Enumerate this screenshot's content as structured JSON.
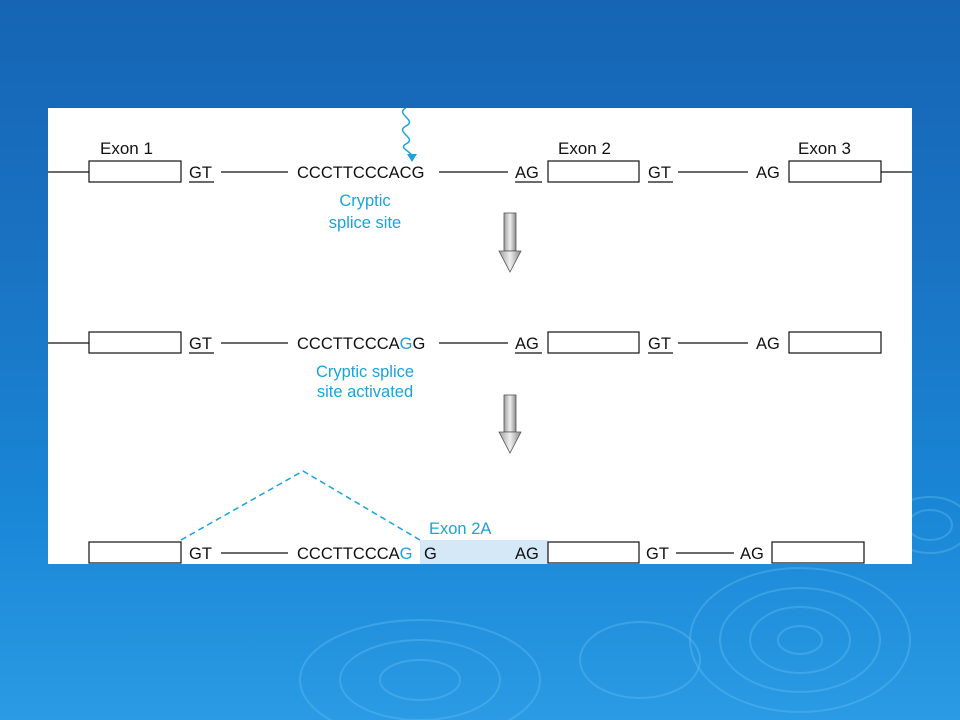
{
  "exon_labels": {
    "exon1": "Exon 1",
    "exon2": "Exon 2",
    "exon3": "Exon 3",
    "exon2a": "Exon 2A"
  },
  "row1": {
    "gt1": "GT",
    "seq": "CCCTTCCCACG",
    "ag2": "AG",
    "gt2": "GT",
    "ag3": "AG"
  },
  "cryptic_site": {
    "line1": "Cryptic",
    "line2": "splice site"
  },
  "row2": {
    "gt1": "GT",
    "seq_prefix": "CCCTTCCCA",
    "seq_mid": "G",
    "seq_end": "G",
    "ag2": "AG",
    "gt2": "GT",
    "ag3": "AG"
  },
  "cryptic_activated": {
    "line1": "Cryptic splice",
    "line2": "site activated"
  },
  "row3": {
    "gt1": "GT",
    "seq_prefix": "CCCTTCCCA",
    "seq_mid": "G",
    "exon2a_start": "G",
    "ag2": "AG",
    "gt2": "GT",
    "ag3": "AG"
  },
  "colors": {
    "background": "#1a72c2",
    "panel": "#ffffff",
    "text": "#111111",
    "highlight": "#1aa3dc",
    "exon2a_fill": "#d4e8f7"
  }
}
